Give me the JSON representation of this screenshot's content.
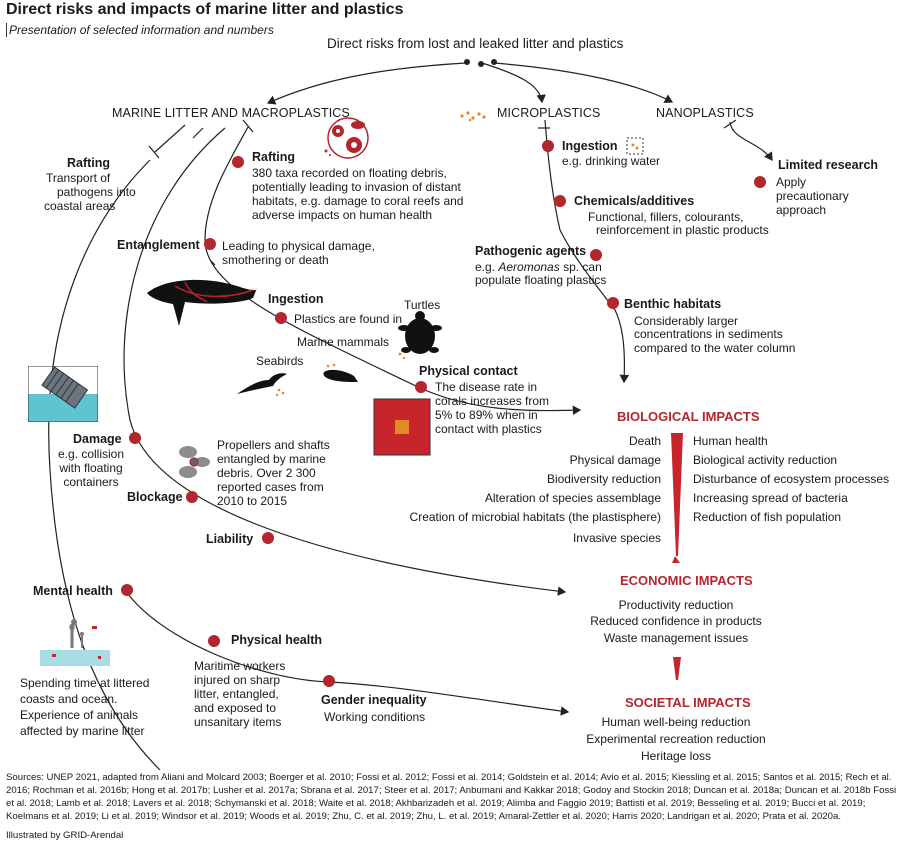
{
  "title": "Direct risks and impacts of marine litter and plastics",
  "subtitle": "Presentation of selected information and numbers",
  "root": "Direct risks from lost and leaked litter and plastics",
  "categories": {
    "macro": "MARINE LITTER AND MACROPLASTICS",
    "micro": "MICROPLASTICS",
    "nano": "NANOPLASTICS"
  },
  "macro": {
    "rafting_left": {
      "title": "Rafting",
      "lines": [
        "Transport of",
        "pathogens into",
        "coastal areas"
      ]
    },
    "rafting": {
      "title": "Rafting",
      "lines": [
        "380 taxa recorded on floating debris,",
        "potentially leading to invasion of distant",
        "habitats, e.g. damage to coral reefs and",
        "adverse impacts on human health"
      ]
    },
    "entanglement": {
      "title": "Entanglement",
      "lines": [
        "Leading to physical damage,",
        "smothering or death"
      ]
    },
    "ingestion": {
      "title": "Ingestion",
      "text": "Plastics are found in",
      "turtles": "Turtles",
      "mammals": "Marine mammals",
      "seabirds": "Seabirds"
    },
    "physical_contact": {
      "title": "Physical contact",
      "lines": [
        "The disease rate in",
        "corals increases from",
        "5% to 89% when in",
        "contact with plastics"
      ]
    },
    "damage": {
      "title": "Damage",
      "lines": [
        "e.g. collision",
        "with floating",
        "containers"
      ]
    },
    "blockage": {
      "title": "Blockage",
      "lines": [
        "Propellers and shafts",
        "entangled by marine",
        "debris. Over 2 300",
        "reported cases from",
        "2010 to 2015"
      ]
    },
    "liability": {
      "title": "Liability"
    },
    "mental_health": {
      "title": "Mental health",
      "lines": [
        "Spending time at littered",
        "coasts and ocean.",
        "Experience of animals",
        "affected by marine litter"
      ]
    },
    "physical_health": {
      "title": "Physical health",
      "lines": [
        "Maritime workers",
        "injured on sharp",
        "litter, entangled,",
        "and exposed to",
        "unsanitary items"
      ]
    },
    "gender": {
      "title": "Gender inequality",
      "text": "Working conditions"
    }
  },
  "micro": {
    "ingestion": {
      "title": "Ingestion",
      "text": "e.g. drinking water"
    },
    "chemicals": {
      "title": "Chemicals/additives",
      "lines": [
        "Functional, fillers, colourants,",
        "reinforcement in plastic products"
      ]
    },
    "pathogenic": {
      "title": "Pathogenic agents",
      "line1_pre": "e.g. ",
      "line1_italic": "Aeromonas",
      "line1_post": " sp. can",
      "line2": "populate floating plastics"
    },
    "benthic": {
      "title": "Benthic habitats",
      "lines": [
        "Considerably larger",
        "concentrations in sediments",
        "compared to the water column"
      ]
    }
  },
  "nano": {
    "limited": {
      "title": "Limited research",
      "lines": [
        "Apply",
        "precautionary",
        "approach"
      ]
    }
  },
  "biological": {
    "title": "BIOLOGICAL IMPACTS",
    "left": [
      "Death",
      "Physical damage",
      "Biodiversity reduction",
      "Alteration of species assemblage",
      "Creation of microbial habitats (the plastisphere)",
      "Invasive species"
    ],
    "right": [
      "Human health",
      "Biological activity reduction",
      "Disturbance of ecosystem processes",
      "Increasing spread of bacteria",
      "Reduction of fish population"
    ]
  },
  "economic": {
    "title": "ECONOMIC IMPACTS",
    "items": [
      "Productivity reduction",
      "Reduced confidence in products",
      "Waste management issues"
    ]
  },
  "societal": {
    "title": "SOCIETAL IMPACTS",
    "items": [
      "Human well-being reduction",
      "Experimental recreation reduction",
      "Heritage loss"
    ]
  },
  "sources": "Sources: UNEP 2021, adapted from Aliani and Molcard 2003; Boerger et al. 2010; Fossi et al. 2012; Fossi et al. 2014; Goldstein et al. 2014; Avio et al. 2015; Kiessling et al. 2015; Santos et al. 2015; Rech et al. 2016; Rochman et al. 2016b; Hong et al. 2017b; Lusher et al. 2017a; Sbrana et al. 2017; Steer et al. 2017; Anbumani and Kakkar 2018; Godoy and Stockin 2018; Duncan et al. 2018a; Duncan et al. 2018b Fossi et al. 2018; Lamb et al. 2018; Lavers et al. 2018; Schymanski et al. 2018; Waite et al. 2018; Akhbarizadeh et al. 2019; Alimba and Faggio 2019; Battisti et al. 2019; Besseling et al. 2019; Bucci et al. 2019; Koelmans et al. 2019; Li et al. 2019; Windsor et al. 2019; Woods et al. 2019; Zhu, C. et al. 2019; Zhu, L. et al. 2019; Amaral-Zettler et al. 2020; Harris 2020; Landrigan et al. 2020; Prata et al. 2020a.",
  "credit": "Illustrated by GRID-Arendal",
  "colors": {
    "accent": "#b3262d",
    "coral_bg": "#c8242c",
    "coral_center": "#e08a2a",
    "water": "#5ec4cf"
  }
}
